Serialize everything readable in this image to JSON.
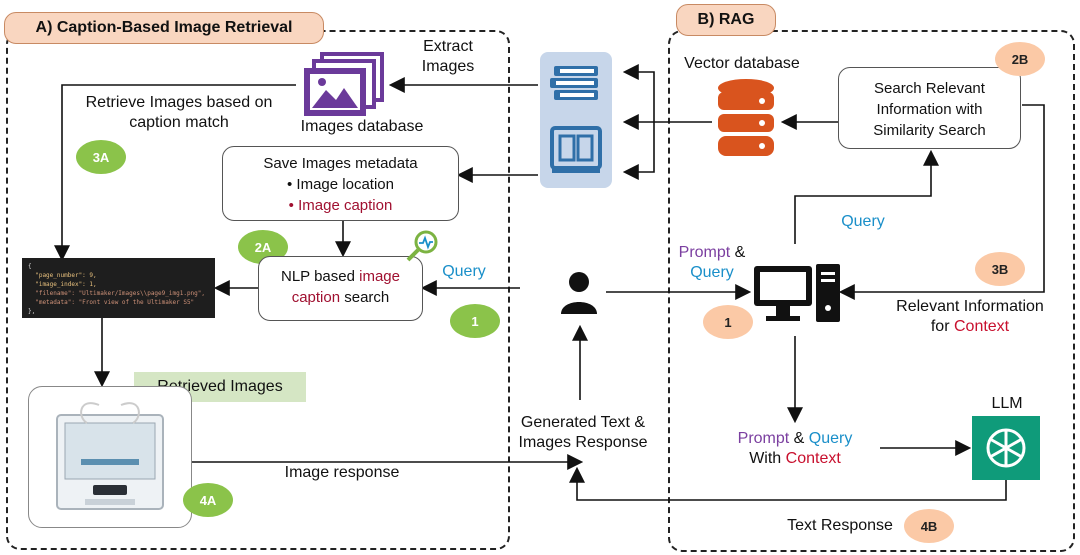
{
  "panel_a": {
    "title": "A) Caption-Based Image Retrieval",
    "images_database_label": "Images database",
    "extract_images_label": "Extract Images",
    "retrieve_label": "Retrieve Images based on caption match",
    "metadata_box": {
      "title": "Save Images metadata",
      "bullet1": "Image location",
      "bullet2": "Image caption"
    },
    "nlp_box": {
      "part1": "NLP based ",
      "part2": "image",
      "part3": "caption",
      "part4": " search"
    },
    "query_label": "Query",
    "retrieved_images_label": "Retrieved Images",
    "image_response_label": "Image response",
    "code_lines": [
      "{",
      "  \"page_number\": 9,",
      "  \"image_index\": 1,",
      "  \"filename\": \"Ultimaker/Images\\\\page9_img1.png\",",
      "  \"metadata\": \"Front view of the Ultimaker S5\"",
      "},"
    ],
    "badges": {
      "b3a": "3A",
      "b2a": "2A",
      "b1": "1",
      "b4a": "4A"
    }
  },
  "panel_b": {
    "title": "B) RAG",
    "vector_db_label": "Vector database",
    "search_box": "Search Relevant Information with Similarity Search",
    "query_label": "Query",
    "prompt_word": "Prompt",
    "amp": " &",
    "query_word": "Query",
    "relevant_label_1": "Relevant Information",
    "relevant_label_2": "for ",
    "context_word": "Context",
    "llm_label": "LLM",
    "bottom_prompt": "Prompt",
    "bottom_amp": " & ",
    "bottom_query": "Query",
    "bottom_with": "With ",
    "bottom_context": "Context",
    "text_response_label": "Text Response",
    "badges": {
      "b2b": "2B",
      "b3b": "3B",
      "b1": "1",
      "b4b": "4B"
    }
  },
  "center": {
    "generated_label": "Generated Text & Images Response"
  },
  "colors": {
    "tab_bg": "#f9d6c0",
    "green_badge": "#8bc34a",
    "peach_badge": "#fbc9a6",
    "purple": "#7b3fa0",
    "blue": "#1a8fc9",
    "red": "#c8102e",
    "db_orange": "#d9541e",
    "book_blue": "#2f6fa8",
    "llm_green": "#0f9b7a"
  },
  "icons": [
    "image-stack-icon",
    "books-icon",
    "open-book-icon",
    "database-icon",
    "magnifier-icon",
    "user-icon",
    "computer-icon",
    "openai-logo-icon",
    "printer-image"
  ]
}
